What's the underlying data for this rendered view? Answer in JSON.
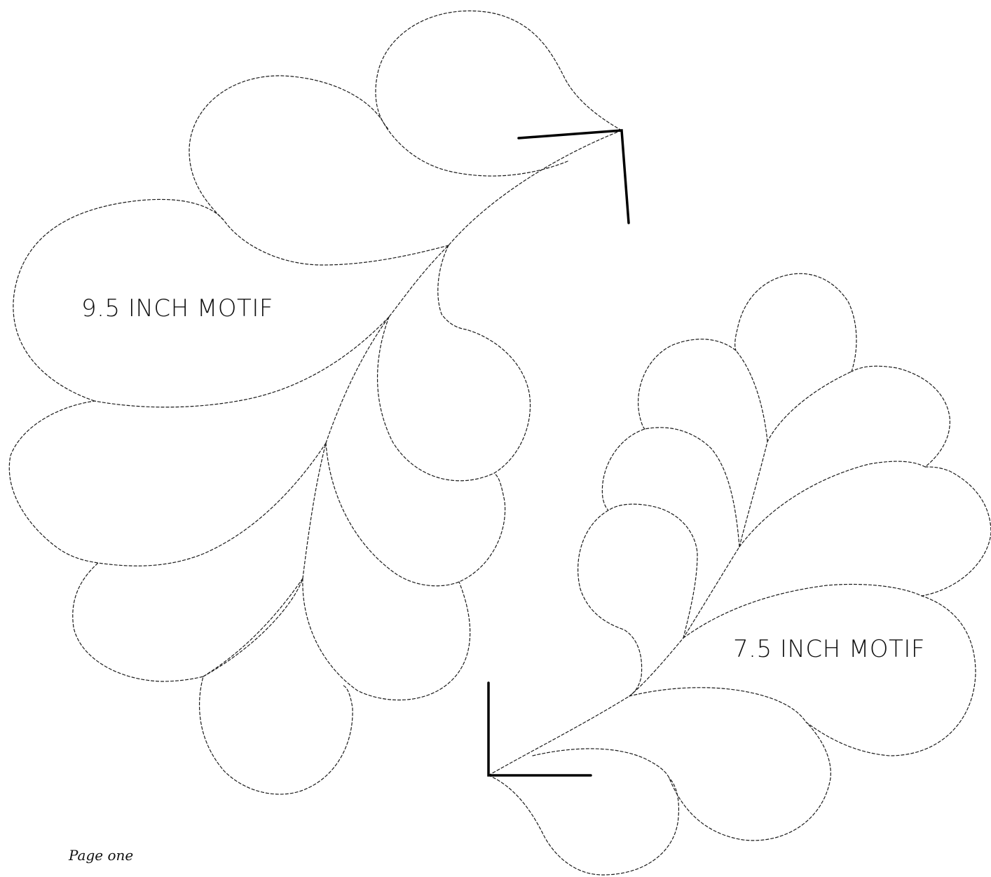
{
  "motifs": {
    "large": {
      "label": "9.5 INCH MOTIF"
    },
    "small": {
      "label": "7.5 INCH MOTIF"
    }
  },
  "footer": {
    "page_label": "Page one"
  }
}
